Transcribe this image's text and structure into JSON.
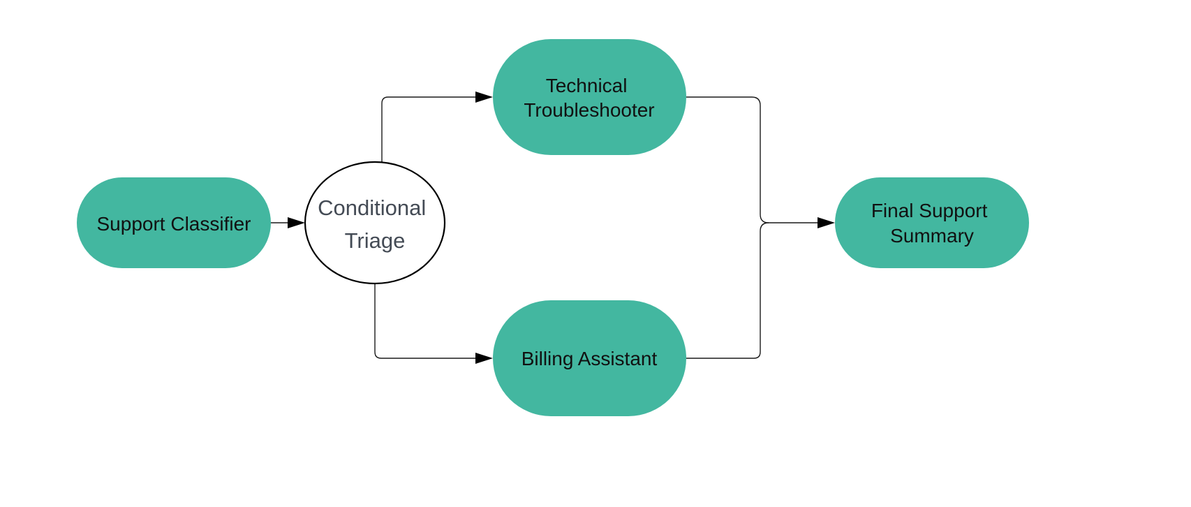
{
  "colors": {
    "process_fill": "#43b7a0",
    "decision_fill": "#ffffff",
    "decision_stroke": "#000000",
    "edge": "#1a1a1a"
  },
  "nodes": {
    "support_classifier": {
      "lines": [
        "Support Classifier"
      ]
    },
    "conditional_triage": {
      "lines": [
        "Conditional",
        "Triage"
      ]
    },
    "technical_troubleshooter": {
      "lines": [
        "Technical",
        "Troubleshooter"
      ]
    },
    "billing_assistant": {
      "lines": [
        "Billing Assistant"
      ]
    },
    "final_support_summary": {
      "lines": [
        "Final Support",
        "Summary"
      ]
    }
  },
  "edges": [
    {
      "from": "Support Classifier",
      "to": "Conditional Triage"
    },
    {
      "from": "Conditional Triage",
      "to": "Technical Troubleshooter"
    },
    {
      "from": "Conditional Triage",
      "to": "Billing Assistant"
    },
    {
      "from": "Technical Troubleshooter",
      "to": "Final Support Summary"
    },
    {
      "from": "Billing Assistant",
      "to": "Final Support Summary"
    }
  ]
}
